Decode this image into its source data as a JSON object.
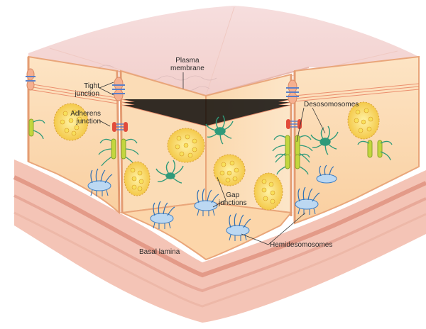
{
  "labels": {
    "plasma_membrane": [
      "Plasma",
      "membrane"
    ],
    "tight_junction": [
      "Tight",
      "junction"
    ],
    "adherens_junction": [
      "Adherens",
      "junction"
    ],
    "desmosomes": "Desosomosomes",
    "gap_junctions": [
      "Gap",
      "junctions"
    ],
    "hemidesmosomes": "Hemidesomosomes",
    "basal_lamina": "Basal lamina"
  },
  "colors": {
    "cytoplasm": "#fbd9b0",
    "membrane": "#e9a67a",
    "basal_lamina": "#dd8c7c",
    "desmosome_plaque": "#c3d63e",
    "desmosome_fibers": "#2f9a7a",
    "gap_junction": "#f2d24a",
    "hemidesmosome": "#6aa9de",
    "tight_junction": "#5b7fc7",
    "adherens": "#e24b3b"
  }
}
